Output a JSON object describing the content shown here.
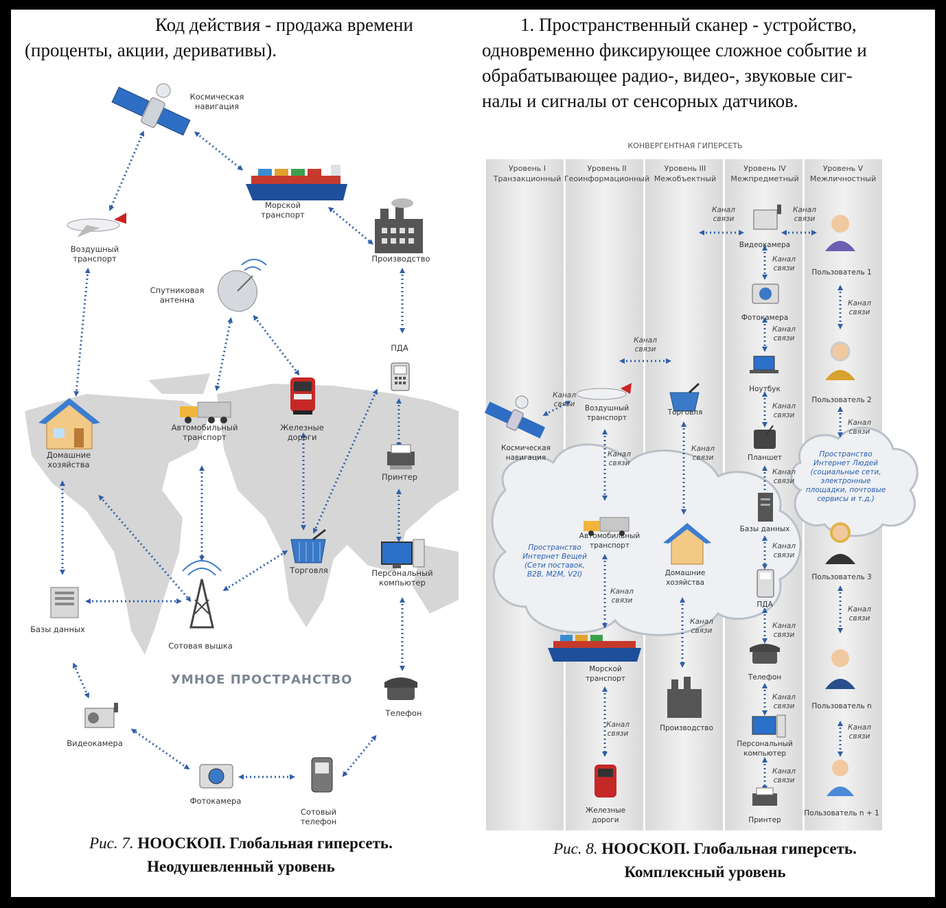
{
  "left_intro": {
    "line1": "Код действия - продажа времени",
    "line2": "(проценты, акции, деривативы)."
  },
  "right_intro": {
    "line1": "1. Пространственный сканер - устройство,",
    "line2": "одновременно фиксирующее сложное событие и",
    "line3": "обрабатывающее радио-, видео-, звуковые сиг-",
    "line4": "налы и сигналы от сенсорных датчиков."
  },
  "left_diagram": {
    "space_navigation_1": "Космическая",
    "space_navigation_2": "навигация",
    "sea_transport_1": "Морской",
    "sea_transport_2": "транспорт",
    "production": "Производство",
    "air_transport_1": "Воздушный",
    "air_transport_2": "транспорт",
    "satellite_dish_1": "Спутниковая",
    "satellite_dish_2": "антенна",
    "pda": "ПДА",
    "households_1": "Домашние",
    "households_2": "хозяйства",
    "road_transport_1": "Автомобильный",
    "road_transport_2": "транспорт",
    "railways_1": "Железные",
    "railways_2": "дороги",
    "printer": "Принтер",
    "pc_1": "Персональный",
    "pc_2": "компьютер",
    "trade": "Торговля",
    "databases": "Базы данных",
    "cell_tower": "Сотовая вышка",
    "smart_space": "УМНОЕ ПРОСТРАНСТВО",
    "telephone": "Телефон",
    "video_camera": "Видеокамера",
    "photo_camera": "Фотокамера",
    "cell_phone_1": "Сотовый",
    "cell_phone_2": "телефон"
  },
  "right_diagram": {
    "title": "КОНВЕРГЕНТНАЯ ГИПЕРСЕТЬ",
    "levels": [
      {
        "name": "Уровень I",
        "type": "Транзакционный"
      },
      {
        "name": "Уровень II",
        "type": "Геоинформационный"
      },
      {
        "name": "Уровень III",
        "type": "Межобъектный"
      },
      {
        "name": "Уровень IV",
        "type": "Межпредметный"
      },
      {
        "name": "Уровень V",
        "type": "Межличностный"
      }
    ],
    "channel_1": "Канал",
    "channel_2": "связи",
    "video_camera": "Видеокамера",
    "photo_camera": "Фотокамера",
    "laptop": "Ноутбук",
    "tablet": "Планшет",
    "databases": "Базы данных",
    "pda": "ПДА",
    "telephone": "Телефон",
    "pc_1": "Персональный",
    "pc_2": "компьютер",
    "printer": "Принтер",
    "users": [
      "Пользователь 1",
      "Пользователь 2",
      "Пользователь 3",
      "Пользователь n",
      "Пользователь n + 1"
    ],
    "space_navigation_1": "Космическая",
    "space_navigation_2": "навигация",
    "air_transport_1": "Воздушный",
    "air_transport_2": "транспорт",
    "trade": "Торговля",
    "road_transport_1": "Автомобильный",
    "road_transport_2": "транспорт",
    "households_1": "Домашние",
    "households_2": "хозяйства",
    "sea_transport_1": "Морской",
    "sea_transport_2": "транспорт",
    "production": "Производство",
    "railways_1": "Железные",
    "railways_2": "дороги",
    "iot": [
      "Пространство",
      "Интернет Вещей",
      "(Сети поставок,",
      "B2B, M2M, V2I)"
    ],
    "iop": [
      "Пространство",
      "Интернет Людей",
      "(социальные сети,",
      "электронные",
      "площадки, почтовые",
      "сервисы и т.д.)"
    ]
  },
  "captions": {
    "fig7_prefix": "Рис. 7.",
    "fig7_title": "НООСКОП. Глобальная гиперсеть.",
    "fig7_line2": "Неодушевленный уровень",
    "fig8_prefix": "Рис. 8.",
    "fig8_title": "НООСКОП. Глобальная гиперсеть.",
    "fig8_line2": "Комплексный уровень"
  },
  "colors": {
    "arrow": "#2f5fa8",
    "accent_blue": "#2a5fb0",
    "map_gray": "#d6d6d6",
    "frame": "#000000"
  }
}
